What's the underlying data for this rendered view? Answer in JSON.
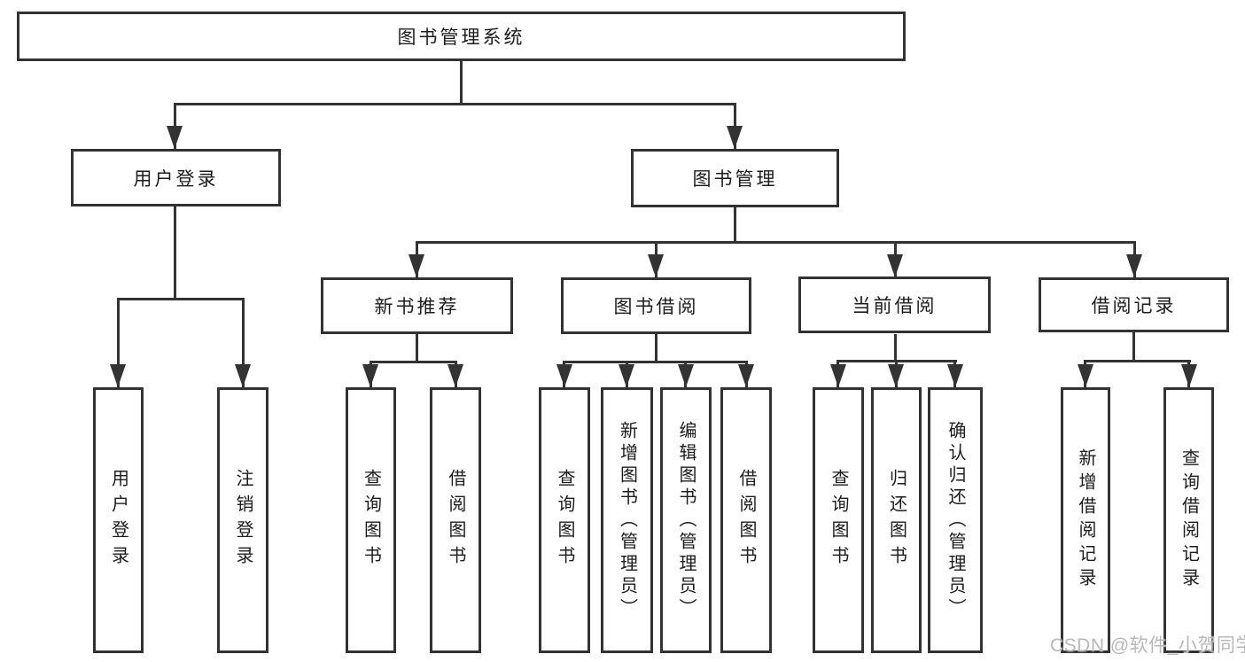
{
  "tree": {
    "root": "图书管理系统",
    "level2": [
      "用户登录",
      "图书管理"
    ],
    "level3": [
      "新书推荐",
      "图书借阅",
      "当前借阅",
      "借阅记录"
    ],
    "leaves": {
      "user_login": [
        "用户登录",
        "注销登录"
      ],
      "new_book": [
        "查询图书",
        "借阅图书"
      ],
      "book_borrow": [
        "查询图书",
        "新增图书（管理员）",
        "编辑图书（管理员）",
        "借阅图书"
      ],
      "current_borrow": [
        "查询图书",
        "归还图书",
        "确认归还（管理员）"
      ],
      "borrow_record": [
        "新增借阅记录",
        "查询借阅记录"
      ]
    }
  },
  "watermark": "CSDN @软件_小贺同学",
  "colors": {
    "line": "#333333",
    "text": "#1c1c1c",
    "watermark": "#b8b8b8",
    "background": "#ffffff"
  }
}
